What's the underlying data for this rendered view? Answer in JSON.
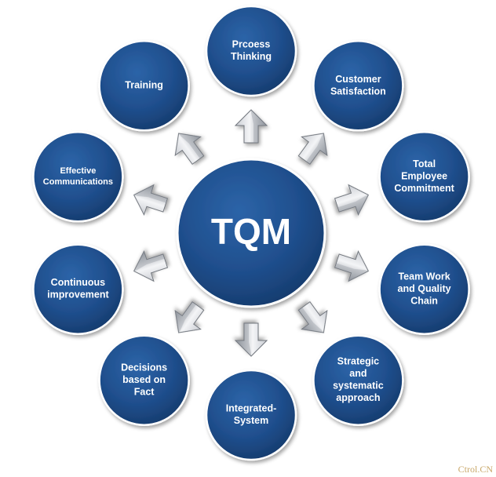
{
  "center": {
    "label": "TQM"
  },
  "nodes": [
    {
      "id": "process-thinking",
      "lines": [
        "Prcoess",
        "Thinking"
      ]
    },
    {
      "id": "customer-satisfaction",
      "lines": [
        "Customer",
        "Satisfaction"
      ]
    },
    {
      "id": "total-employee-commitment",
      "lines": [
        "Total",
        "Employee",
        "Commitment"
      ]
    },
    {
      "id": "team-work-quality-chain",
      "lines": [
        "Team Work",
        "and Quality",
        "Chain"
      ]
    },
    {
      "id": "strategic-systematic-approach",
      "lines": [
        "Strategic",
        "and",
        "systematic",
        "approach"
      ]
    },
    {
      "id": "integrated-system",
      "lines": [
        "Integrated-",
        "System"
      ]
    },
    {
      "id": "decisions-based-on-fact",
      "lines": [
        "Decisions",
        "based on",
        "Fact"
      ]
    },
    {
      "id": "continuous-improvement",
      "lines": [
        "Continuous",
        "improvement"
      ]
    },
    {
      "id": "effective-communications",
      "lines": [
        "Effective",
        "Communications"
      ]
    },
    {
      "id": "training",
      "lines": [
        "Training"
      ]
    }
  ],
  "colors": {
    "node_fill": "#1f4e8c",
    "node_dark": "#12335f",
    "node_stroke": "#ffffff",
    "arrow_light": "#e4e6ea",
    "arrow_dark": "#8c919a",
    "arrow_stroke": "#6f747c"
  },
  "icons": [
    "arrow-icon"
  ],
  "watermark": "Ctrol.CN"
}
